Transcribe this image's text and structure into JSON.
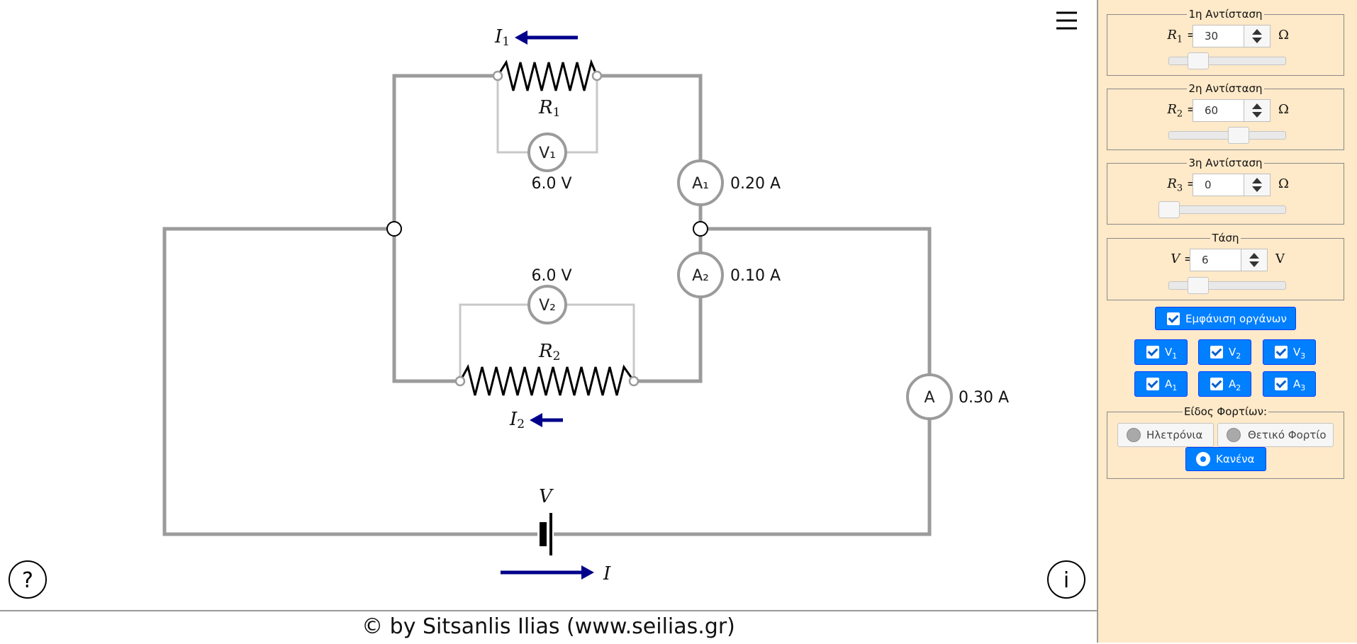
{
  "circuit": {
    "I1": "I",
    "I1_sub": "1",
    "I2": "I",
    "I2_sub": "2",
    "I": "I",
    "R1": "R",
    "R1_sub": "1",
    "R2": "R",
    "R2_sub": "2",
    "V": "V",
    "V1_meter": "V₁",
    "V2_meter": "V₂",
    "A1_meter": "A₁",
    "A2_meter": "A₂",
    "A_meter": "A",
    "V1_reading": "6.0 V",
    "V2_reading": "6.0 V",
    "A1_reading": "0.20 A",
    "A2_reading": "0.10 A",
    "A_reading": "0.30 A",
    "help_icon": "?",
    "info_icon": "i"
  },
  "footer": {
    "text": "© by Sitsanlis Ilias (www.seilias.gr)"
  },
  "panel": {
    "r1": {
      "legend": "1η Αντίσταση",
      "name": "R",
      "sub": "1",
      "eq": " =",
      "value": "30",
      "unit": "Ω",
      "slider_fraction": 0.25
    },
    "r2": {
      "legend": "2η Αντίσταση",
      "name": "R",
      "sub": "2",
      "eq": " =",
      "value": "60",
      "unit": "Ω",
      "slider_fraction": 0.6
    },
    "r3": {
      "legend": "3η Αντίσταση",
      "name": "R",
      "sub": "3",
      "eq": " =",
      "value": "0",
      "unit": "Ω",
      "slider_fraction": 0.0
    },
    "voltage": {
      "legend": "Τάση",
      "name": "V",
      "eq": " =",
      "value": "6",
      "unit": "V",
      "slider_fraction": 0.25
    },
    "show_instruments": "Εμφάνιση οργάνων",
    "meters": {
      "v1": {
        "main": "V",
        "sub": "1"
      },
      "v2": {
        "main": "V",
        "sub": "2"
      },
      "v3": {
        "main": "V",
        "sub": "3"
      },
      "a1": {
        "main": "A",
        "sub": "1"
      },
      "a2": {
        "main": "A",
        "sub": "2"
      },
      "a3": {
        "main": "A",
        "sub": "3"
      }
    },
    "charges": {
      "legend": "Είδος Φορτίων:",
      "electrons": "Ηλετρόνια",
      "positive": "Θετικό Φορτίο",
      "none": "Κανένα",
      "selected": "Κανένα"
    }
  },
  "colors": {
    "wire": "#9b9b9b",
    "arrow": "#00008b",
    "accent": "#007fff",
    "panel_bg": "#fee9c8"
  },
  "icons": [
    "hamburger-menu-icon",
    "help-icon",
    "info-icon",
    "checkbox-icon",
    "spinner-up-icon",
    "spinner-down-icon"
  ]
}
